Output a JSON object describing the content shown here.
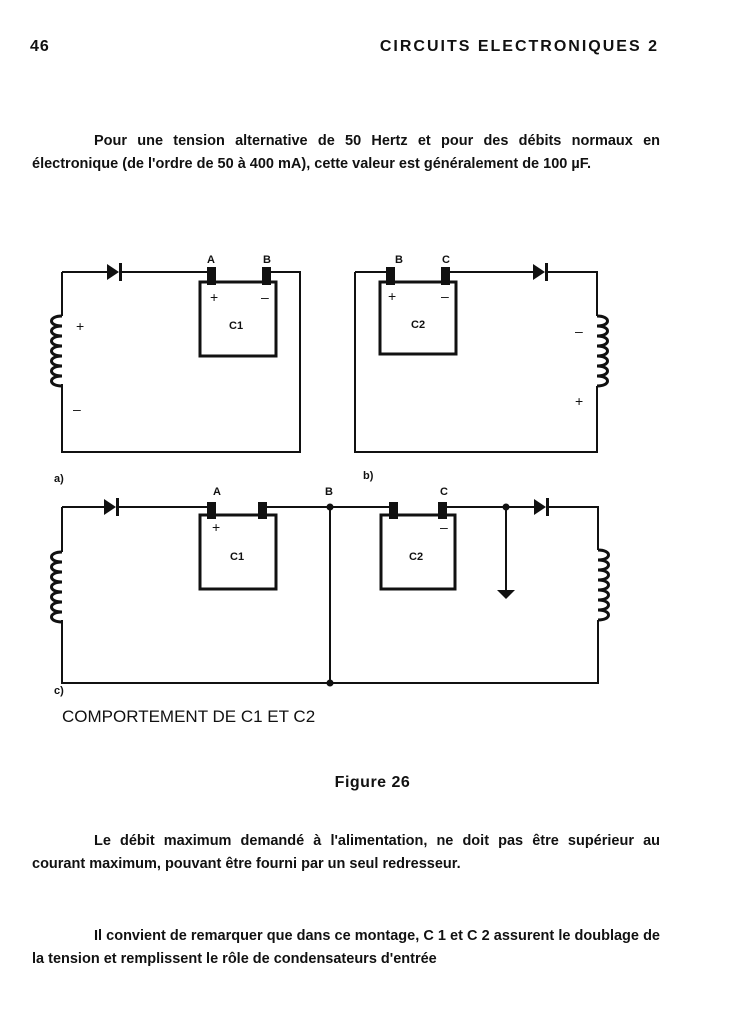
{
  "header": {
    "page_number": "46",
    "running_title": "CIRCUITS ELECTRONIQUES 2"
  },
  "paragraphs": [
    "Pour une tension alternative de 50 Hertz et pour des débits normaux en électronique (de l'ordre de 50 à 400 mA), cette valeur est généralement de 100 µF.",
    "Le débit maximum demandé à l'alimentation, ne doit pas être supérieur au courant maximum, pouvant être fourni par un seul redresseur.",
    "Il convient de remarquer que dans ce montage, C 1 et C 2 assurent le doublage de la tension et remplissent le rôle de condensateurs d'entrée"
  ],
  "figure": {
    "panel_labels": {
      "a": "a)",
      "b": "b)",
      "c": "c)"
    },
    "terminals": {
      "A": "A",
      "B": "B",
      "C": "C"
    },
    "capacitors": {
      "c1": "C1",
      "c2": "C2"
    },
    "signs": {
      "plus": "+",
      "minus": "–"
    },
    "caption": "COMPORTEMENT DE C1 ET C2",
    "title": "Figure 26"
  }
}
